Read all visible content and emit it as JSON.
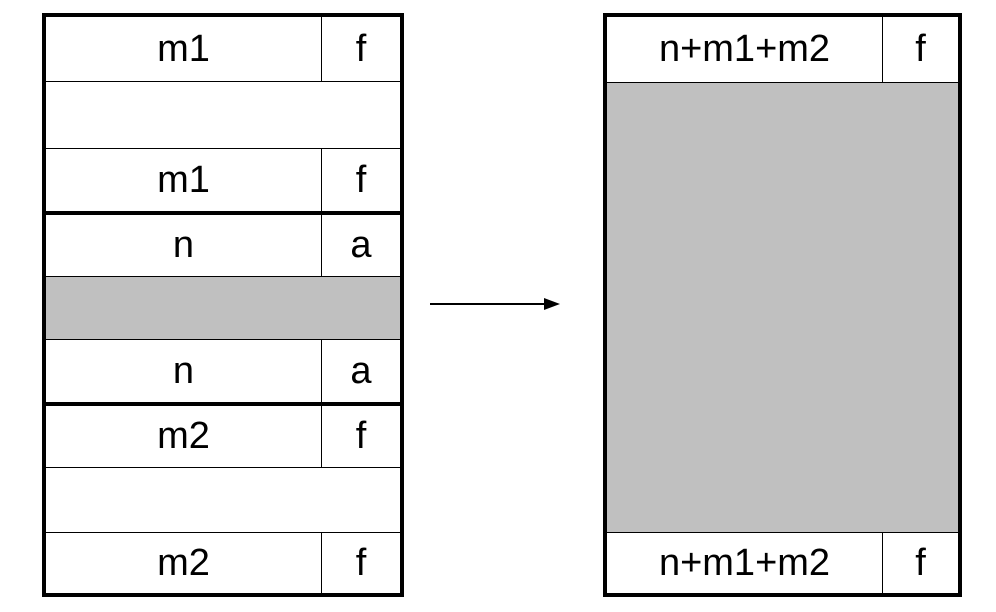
{
  "left_memory": {
    "blocks": [
      {
        "header": {
          "size": "m1",
          "flag": "f"
        },
        "footer": {
          "size": "m1",
          "flag": "f"
        },
        "state": "free"
      },
      {
        "header": {
          "size": "n",
          "flag": "a"
        },
        "footer": {
          "size": "n",
          "flag": "a"
        },
        "state": "allocated"
      },
      {
        "header": {
          "size": "m2",
          "flag": "f"
        },
        "footer": {
          "size": "m2",
          "flag": "f"
        },
        "state": "free"
      }
    ]
  },
  "right_memory": {
    "block": {
      "header": {
        "size": "n+m1+m2",
        "flag": "f"
      },
      "footer": {
        "size": "n+m1+m2",
        "flag": "f"
      },
      "state": "free"
    }
  },
  "colors": {
    "allocated_fill": "#c0c0c0",
    "line": "#000000",
    "background": "#ffffff"
  }
}
